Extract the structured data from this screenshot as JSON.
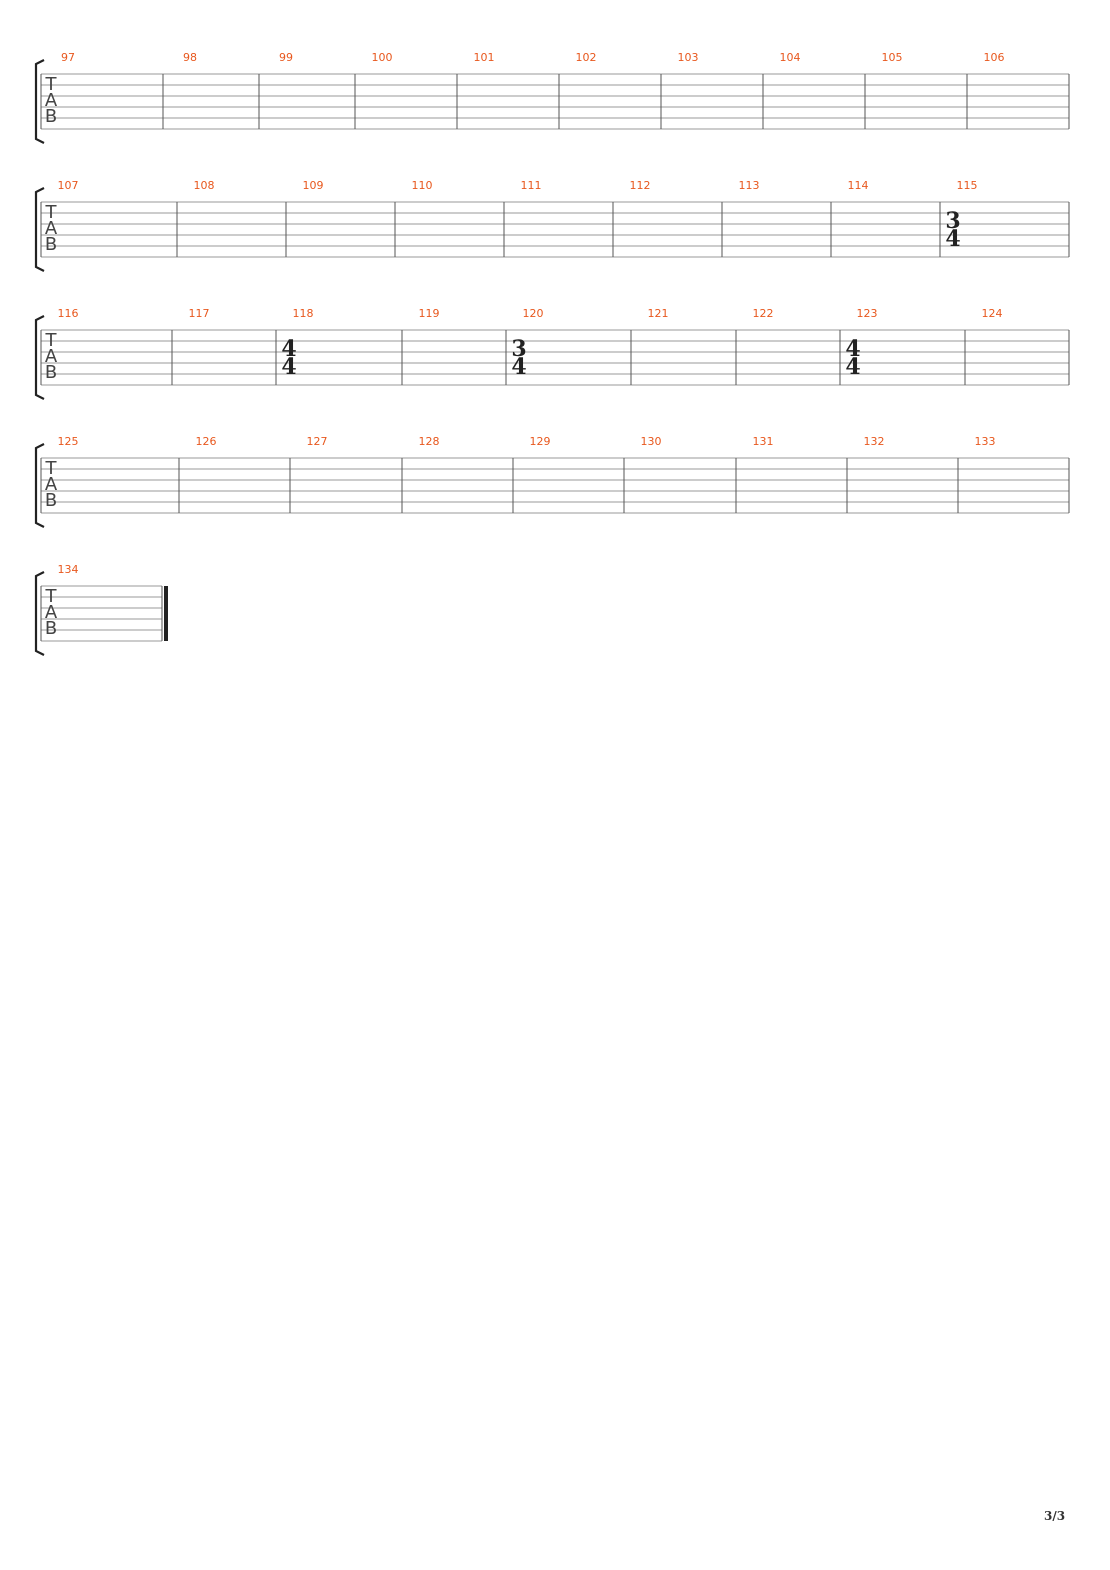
{
  "score": {
    "staff_label": [
      "T",
      "A",
      "B"
    ],
    "colors": {
      "measure_number": "#e8581e",
      "line": "#555555",
      "staff_line": "#9a9a9a",
      "bracket": "#222222"
    },
    "systems": [
      {
        "measures": [
          {
            "number": "97"
          },
          {
            "number": "98"
          },
          {
            "number": "99"
          },
          {
            "number": "100"
          },
          {
            "number": "101"
          },
          {
            "number": "102"
          },
          {
            "number": "103"
          },
          {
            "number": "104"
          },
          {
            "number": "105"
          },
          {
            "number": "106"
          }
        ]
      },
      {
        "measures": [
          {
            "number": "107"
          },
          {
            "number": "108"
          },
          {
            "number": "109"
          },
          {
            "number": "110"
          },
          {
            "number": "111"
          },
          {
            "number": "112"
          },
          {
            "number": "113"
          },
          {
            "number": "114"
          },
          {
            "number": "115",
            "time_signature": [
              "3",
              "4"
            ]
          }
        ]
      },
      {
        "measures": [
          {
            "number": "116"
          },
          {
            "number": "117"
          },
          {
            "number": "118",
            "time_signature": [
              "4",
              "4"
            ]
          },
          {
            "number": "119"
          },
          {
            "number": "120",
            "time_signature": [
              "3",
              "4"
            ]
          },
          {
            "number": "121"
          },
          {
            "number": "122"
          },
          {
            "number": "123",
            "time_signature": [
              "4",
              "4"
            ]
          },
          {
            "number": "124"
          }
        ]
      },
      {
        "measures": [
          {
            "number": "125"
          },
          {
            "number": "126"
          },
          {
            "number": "127"
          },
          {
            "number": "128"
          },
          {
            "number": "129"
          },
          {
            "number": "130"
          },
          {
            "number": "131"
          },
          {
            "number": "132"
          },
          {
            "number": "133"
          }
        ]
      },
      {
        "measures": [
          {
            "number": "134",
            "final_barline": true
          }
        ]
      }
    ]
  },
  "footer": {
    "page_number": "3/3"
  }
}
